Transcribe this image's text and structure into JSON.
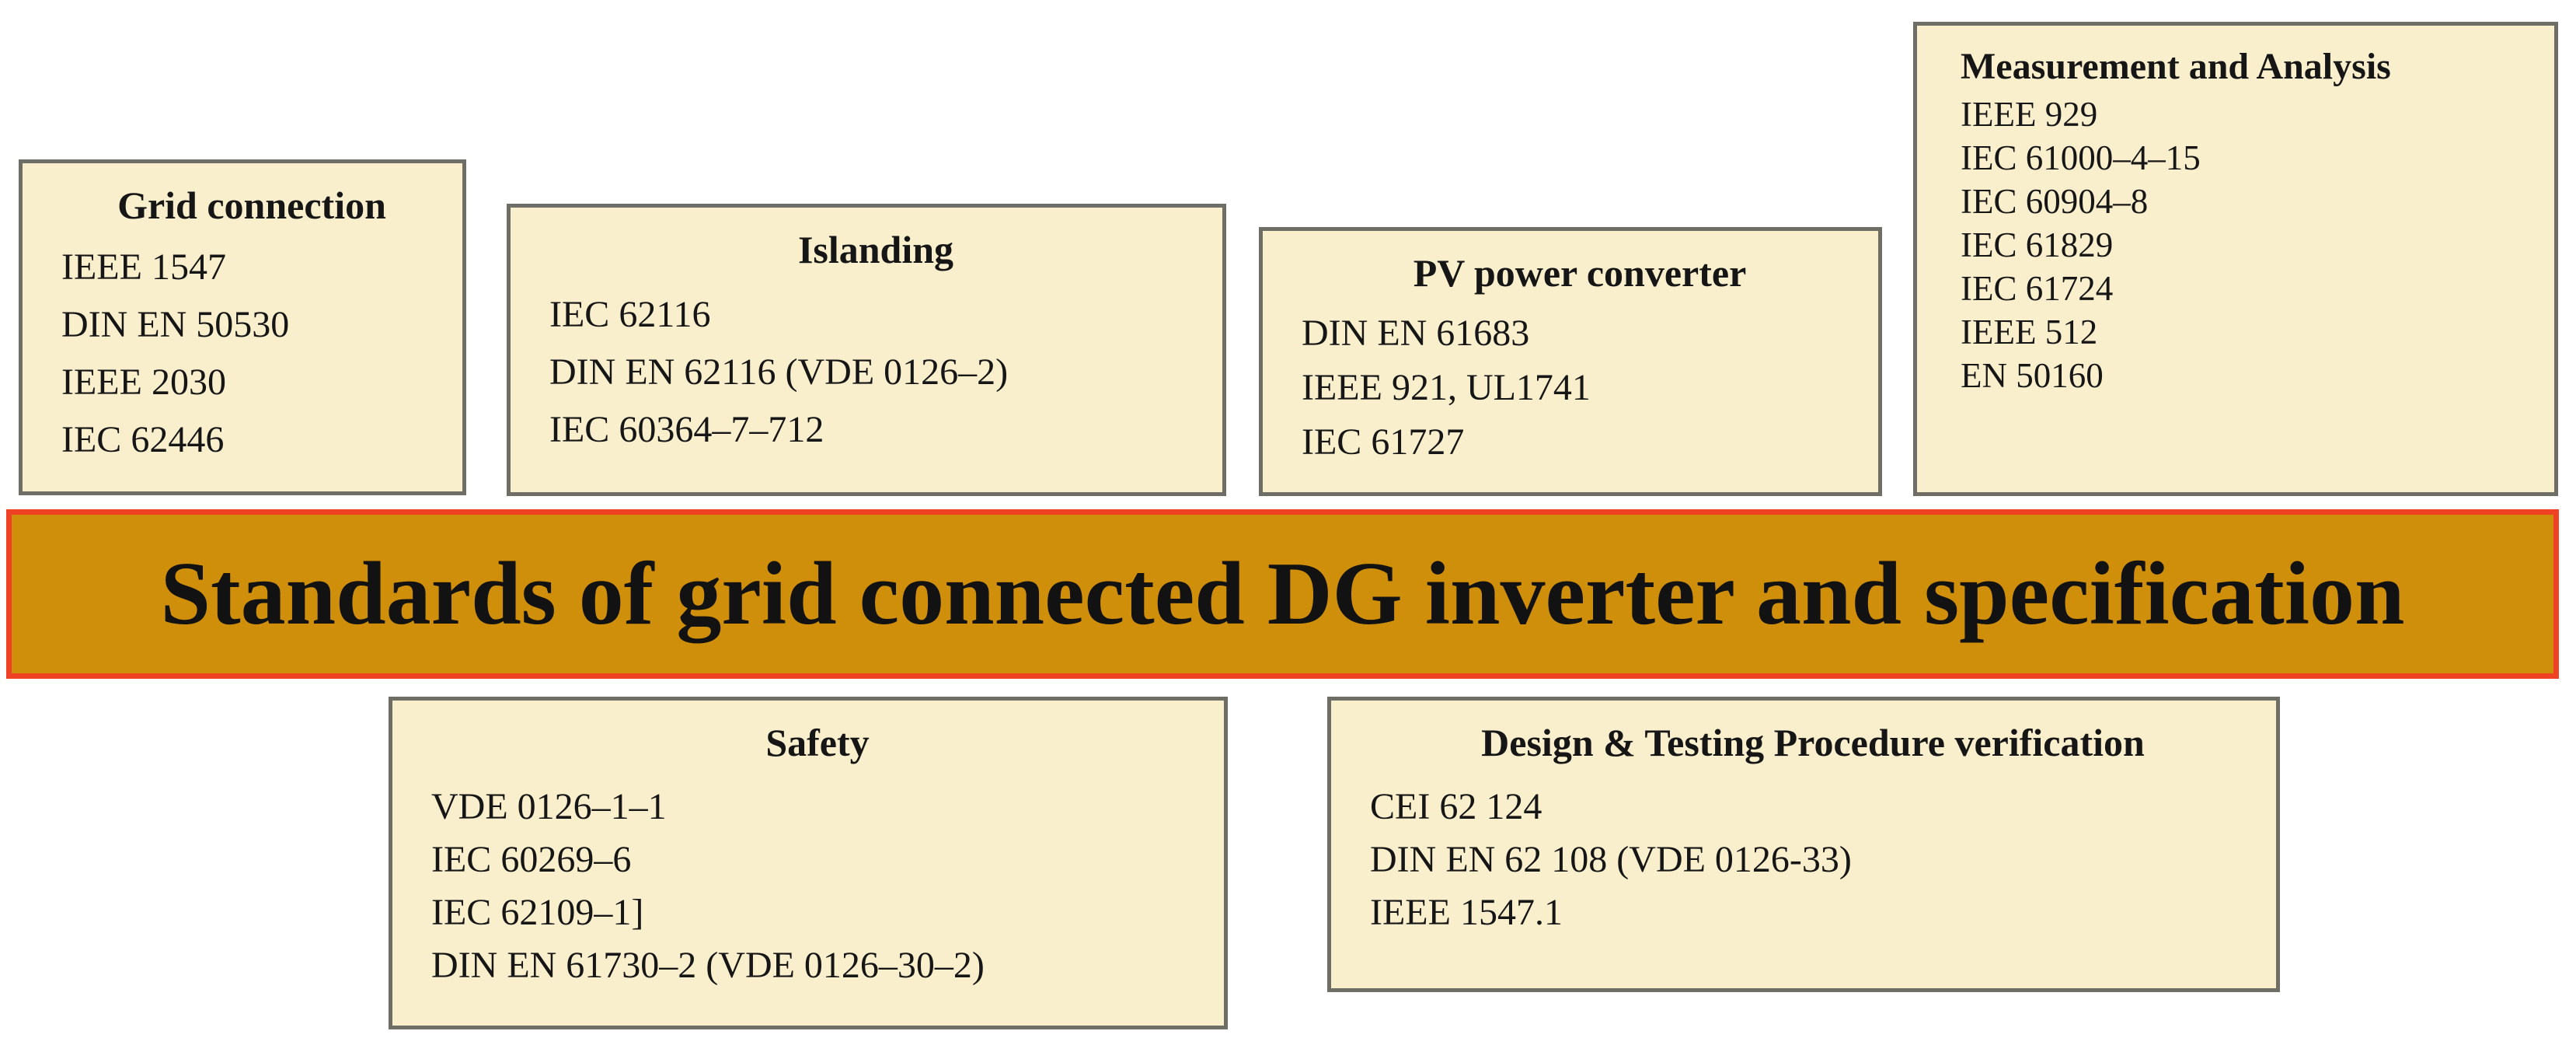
{
  "colors": {
    "box_fill": "#faefcd",
    "box_border": "#6e6d66",
    "banner_fill": "#d08f0b",
    "banner_border": "#ef4123",
    "text": "#161616"
  },
  "banner": {
    "label": "Standards of grid connected DG inverter and specification"
  },
  "boxes": [
    {
      "id": "grid-connection",
      "title": "Grid connection",
      "items": [
        "IEEE 1547",
        "DIN EN 50530",
        "IEEE 2030",
        "IEC 62446"
      ]
    },
    {
      "id": "islanding",
      "title": "Islanding",
      "items": [
        "IEC 62116",
        "DIN EN 62116 (VDE 0126–2)",
        "IEC 60364–7–712"
      ]
    },
    {
      "id": "pv-power-converter",
      "title": "PV power converter",
      "items": [
        "DIN EN 61683",
        "IEEE 921, UL1741",
        "IEC 61727"
      ]
    },
    {
      "id": "measurement-and-analysis",
      "title": "Measurement and Analysis",
      "items": [
        "IEEE 929",
        "IEC 61000–4–15",
        "IEC 60904–8",
        "IEC 61829",
        "IEC 61724",
        "IEEE 512",
        "EN 50160"
      ]
    },
    {
      "id": "safety",
      "title": "Safety",
      "items": [
        "VDE 0126–1–1",
        "IEC 60269–6",
        "IEC 62109–1]",
        "DIN EN 61730–2 (VDE 0126–30–2)"
      ]
    },
    {
      "id": "design-testing-procedure-verification",
      "title": "Design & Testing Procedure verification",
      "items": [
        "CEI 62 124",
        "DIN EN 62 108 (VDE 0126-33)",
        "IEEE 1547.1"
      ]
    }
  ]
}
